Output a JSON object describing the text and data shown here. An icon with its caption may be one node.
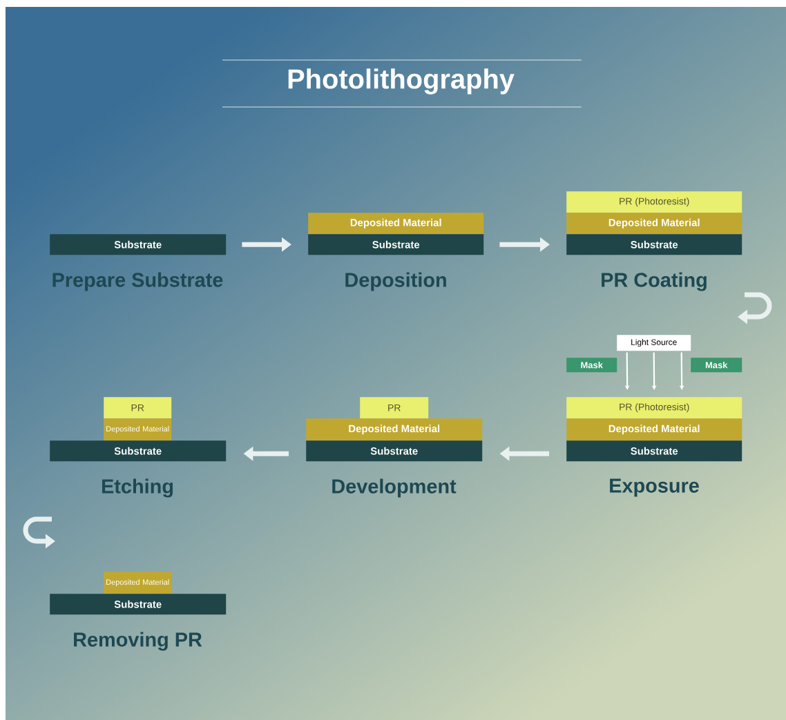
{
  "diagram": {
    "title": "Photolithography",
    "nodes": [
      {
        "text": [
          "Substrate"
        ],
        "beside": [
          "Prepare Substrate"
        ]
      },
      {
        "text": [
          "Deposited Material"
        ]
      },
      {
        "text": [
          "Substrate"
        ],
        "beside": [
          "Deposition"
        ]
      },
      {
        "text": [
          "PR (Photoresist)"
        ]
      },
      {
        "text": [
          "Deposited Material"
        ]
      },
      {
        "text": [
          "Substrate"
        ],
        "beside": [
          "PR Coating"
        ]
      },
      {
        "text": [
          "Light Source"
        ]
      },
      {
        "text": [
          "Mask"
        ]
      },
      {
        "text": [
          "Mask"
        ]
      },
      {
        "text": [
          "PR (Photoresist)"
        ]
      },
      {
        "text": [
          "Deposited Material"
        ]
      },
      {
        "text": [
          "Substrate"
        ],
        "beside": [
          "Exposure"
        ]
      },
      {
        "text": [
          "PR"
        ]
      },
      {
        "text": [
          "Deposited Material"
        ]
      },
      {
        "text": [
          "Substrate"
        ],
        "beside": [
          "Development"
        ]
      },
      {
        "text": [
          "PR"
        ]
      },
      {
        "text": [
          "Deposited Material"
        ]
      },
      {
        "text": [
          "Substrate"
        ],
        "beside": [
          "Etching"
        ]
      },
      {
        "text": [
          "Deposited Material"
        ]
      },
      {
        "text": [
          "Substrate"
        ],
        "beside": [
          "Removing PR"
        ]
      }
    ],
    "edges": [
      {
        "from": 0,
        "to": 2,
        "arrow": "to"
      },
      {
        "from": 2,
        "to": 5,
        "arrow": "to"
      },
      {
        "from": 11,
        "to": 14,
        "arrow": "to"
      },
      {
        "from": 14,
        "to": 17,
        "arrow": "to"
      },
      {
        "from": 6,
        "to": 9,
        "arrow": "to"
      },
      {
        "from": 6,
        "to": 9,
        "arrow": "to"
      },
      {
        "from": 6,
        "to": 9,
        "arrow": "to"
      }
    ]
  }
}
